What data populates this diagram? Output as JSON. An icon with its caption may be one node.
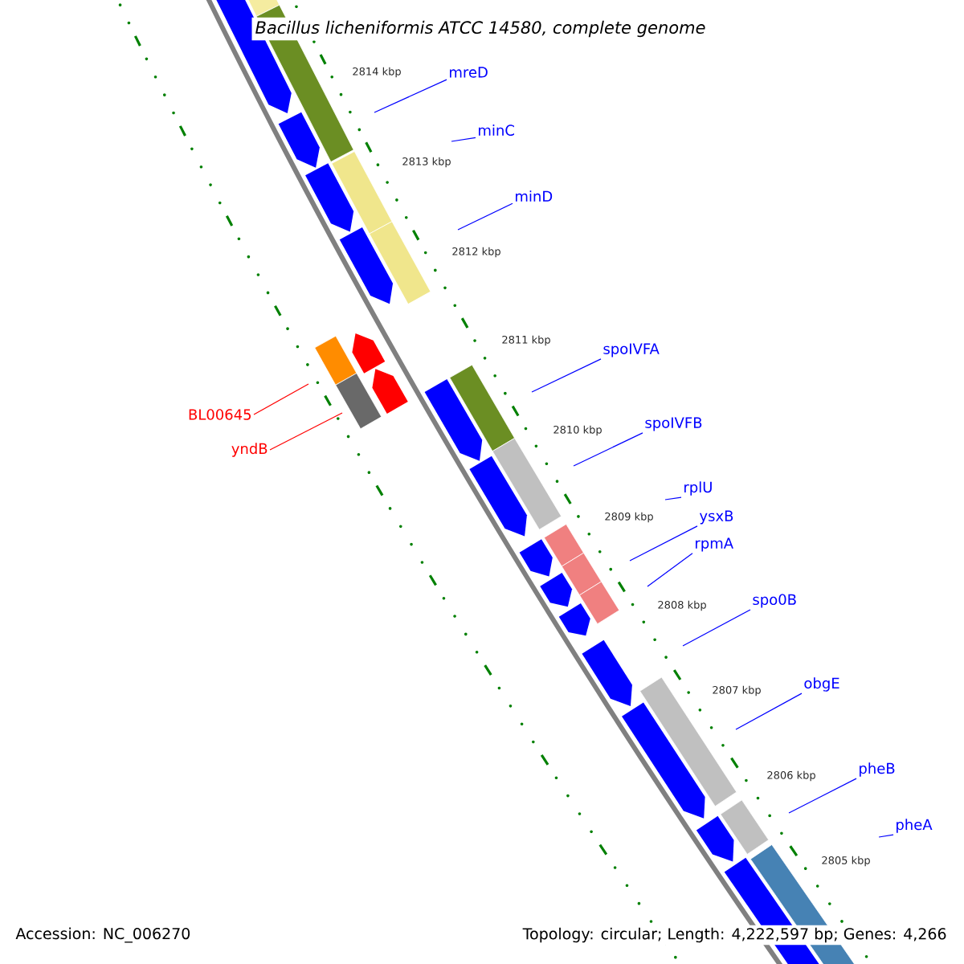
{
  "diagram": {
    "title": "Bacillus licheniformis ATCC 14580, complete genome",
    "nodes": [
      {
        "text": [
          "mreD"
        ]
      },
      {
        "text": [
          "minC"
        ]
      },
      {
        "text": [
          "minD"
        ]
      },
      {
        "text": [
          "BL00645"
        ]
      },
      {
        "text": [
          "yndB"
        ]
      },
      {
        "text": [
          "spoIVFA"
        ]
      },
      {
        "text": [
          "spoIVFB"
        ]
      },
      {
        "text": [
          "rplU"
        ]
      },
      {
        "text": [
          "ysxB"
        ]
      },
      {
        "text": [
          "rpmA"
        ]
      },
      {
        "text": [
          "spo0B"
        ]
      },
      {
        "text": [
          "obgE"
        ]
      },
      {
        "text": [
          "pheB"
        ]
      },
      {
        "text": [
          "pheA"
        ]
      }
    ],
    "edges": [
      {
        "from": 0,
        "to": null,
        "arrow": "none"
      },
      {
        "from": 1,
        "to": null,
        "arrow": "none"
      },
      {
        "from": 2,
        "to": null,
        "arrow": "none"
      },
      {
        "from": 3,
        "to": null,
        "arrow": "none",
        "color": "#ff0000"
      },
      {
        "from": 4,
        "to": null,
        "arrow": "none",
        "color": "#ff0000"
      },
      {
        "from": 5,
        "to": null,
        "arrow": "none"
      },
      {
        "from": 6,
        "to": null,
        "arrow": "none"
      },
      {
        "from": 7,
        "to": null,
        "arrow": "none"
      },
      {
        "from": 8,
        "to": null,
        "arrow": "none"
      },
      {
        "from": 9,
        "to": null,
        "arrow": "none"
      },
      {
        "from": 10,
        "to": null,
        "arrow": "none"
      },
      {
        "from": 11,
        "to": null,
        "arrow": "none"
      },
      {
        "from": 12,
        "to": null,
        "arrow": "none"
      },
      {
        "from": 13,
        "to": null,
        "arrow": "none"
      }
    ],
    "labels": [
      "2814 kbp",
      "2813 kbp",
      "2812 kbp",
      "2811 kbp",
      "2810 kbp",
      "2809 kbp",
      "2808 kbp",
      "2807 kbp",
      "2806 kbp",
      "2805 kbp",
      "Accession: NC_006270",
      "Topology: circular; Length: 4,222,597 bp; Genes: 4,266"
    ]
  }
}
